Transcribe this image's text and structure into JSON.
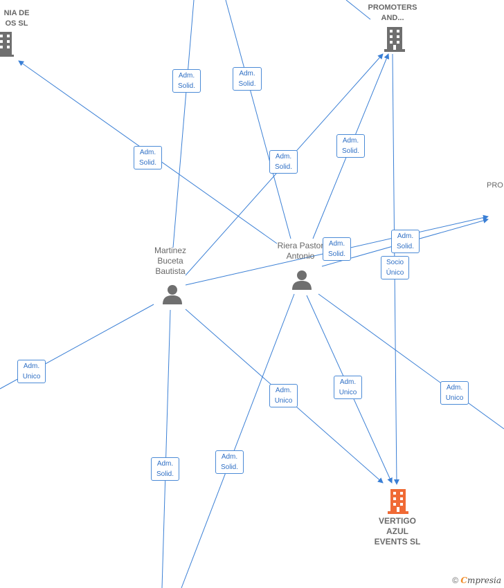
{
  "nodes": {
    "top_left_company": {
      "line1": "NIA DE",
      "line2": "OS  SL"
    },
    "promoters": {
      "line1": "PROMOTERS",
      "line2": "AND..."
    },
    "right_company": {
      "label": "PRO"
    },
    "martinez": {
      "line1": "Martinez",
      "line2": "Buceta",
      "line3": "Bautista"
    },
    "riera": {
      "line1": "Riera Pastor",
      "line2": "Antonio"
    },
    "vertigo": {
      "line1": "VERTIGO",
      "line2": "AZUL",
      "line3": "EVENTS  SL"
    }
  },
  "edge_labels": [
    {
      "id": "l1",
      "line1": "Adm.",
      "line2": "Solid."
    },
    {
      "id": "l2",
      "line1": "Adm.",
      "line2": "Solid."
    },
    {
      "id": "l3",
      "line1": "Adm.",
      "line2": "Solid."
    },
    {
      "id": "l4",
      "line1": "Adm.",
      "line2": "Solid."
    },
    {
      "id": "l5",
      "line1": "Adm.",
      "line2": "Solid."
    },
    {
      "id": "l6",
      "line1": "Adm.",
      "line2": "Solid."
    },
    {
      "id": "l7",
      "line1": "Adm.",
      "line2": "Solid."
    },
    {
      "id": "l8",
      "line1": "Socio",
      "line2": "Único"
    },
    {
      "id": "l9",
      "line1": "Adm.",
      "line2": "Unico"
    },
    {
      "id": "l10",
      "line1": "Adm.",
      "line2": "Unico"
    },
    {
      "id": "l11",
      "line1": "Adm.",
      "line2": "Unico"
    },
    {
      "id": "l12",
      "line1": "Adm.",
      "line2": "Unico"
    },
    {
      "id": "l13",
      "line1": "Adm.",
      "line2": "Solid."
    },
    {
      "id": "l14",
      "line1": "Adm.",
      "line2": "Solid."
    }
  ],
  "footer": {
    "copyright": "©",
    "brand_e": "C",
    "brand_rest": "mpresia"
  },
  "colors": {
    "edge": "#3a7fd5",
    "company_icon": "#6f6f6f",
    "main_company_icon": "#f06a35",
    "person_icon": "#6f6f6f"
  }
}
